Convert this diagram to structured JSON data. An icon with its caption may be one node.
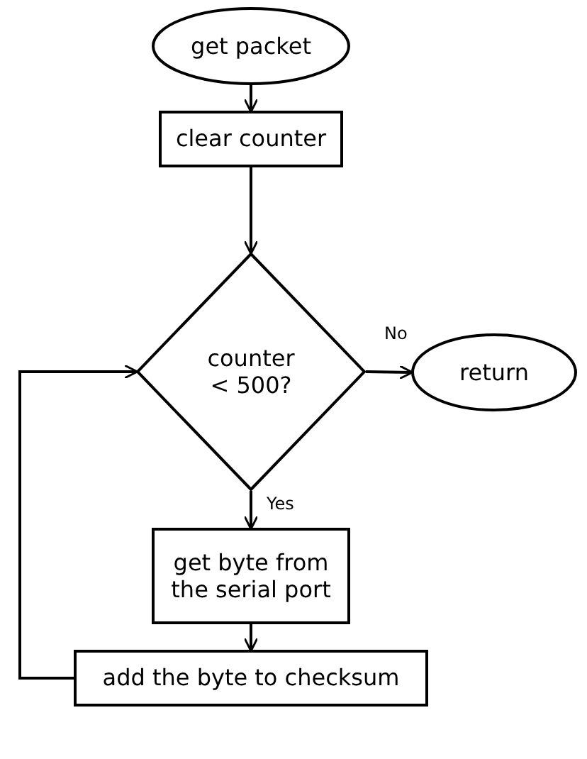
{
  "diagram": {
    "nodes": [
      {
        "text": [
          "get packet"
        ]
      },
      {
        "text": [
          "clear counter"
        ]
      },
      {
        "text": [
          "counter < 500?"
        ]
      },
      {
        "text": [
          "return"
        ]
      },
      {
        "text": [
          "get byte from the serial port"
        ]
      },
      {
        "text": [
          "add the byte to checksum"
        ]
      }
    ],
    "edges": [
      {
        "from": 0,
        "to": 1,
        "arrow": "to"
      },
      {
        "from": 1,
        "to": 2,
        "arrow": "to"
      },
      {
        "from": 2,
        "to": 3,
        "arrow": "to",
        "label": "No"
      },
      {
        "from": 2,
        "to": 4,
        "arrow": "to",
        "label": "Yes"
      },
      {
        "from": 4,
        "to": 5,
        "arrow": "to"
      },
      {
        "from": 5,
        "to": 2,
        "arrow": "to"
      }
    ]
  }
}
